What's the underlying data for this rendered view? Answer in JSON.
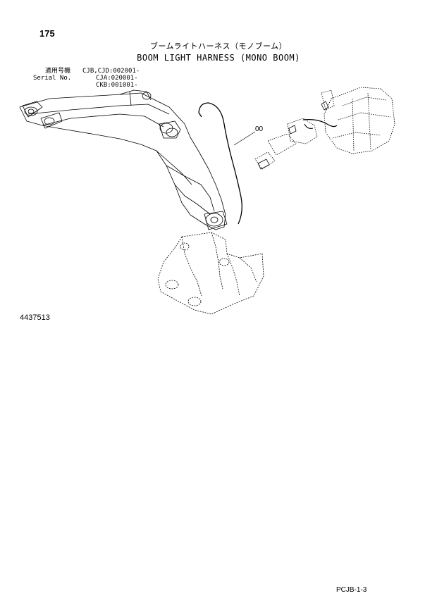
{
  "header": {
    "page_number": "175",
    "title_jp": "ブームライトハーネス（モノブーム）",
    "title_en": "BOOM LIGHT HARNESS (MONO BOOM)"
  },
  "serial": {
    "label_jp": "適用号機",
    "label_en": "Serial No.",
    "ranges": [
      "CJB,CJD:002001-",
      "CJA:020001-",
      "CKB:001001-"
    ]
  },
  "diagram": {
    "callout_label": "00",
    "drawing_number": "4437513"
  },
  "footer": {
    "code": "PCJB-1-3"
  }
}
